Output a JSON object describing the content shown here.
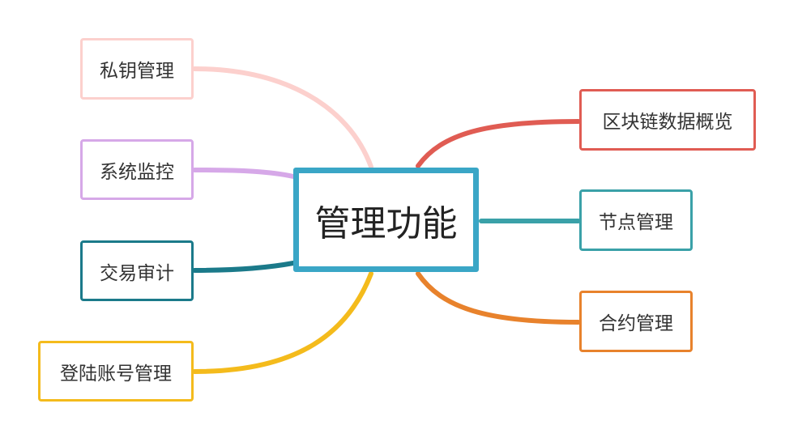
{
  "diagram": {
    "center": {
      "label": "管理功能",
      "color": "#3aa6c6"
    },
    "branches": [
      {
        "id": "n-key",
        "label": "私钥管理",
        "color": "#fcd0cd"
      },
      {
        "id": "n-monitor",
        "label": "系统监控",
        "color": "#d6a8e8"
      },
      {
        "id": "n-audit",
        "label": "交易审计",
        "color": "#1b7a8a"
      },
      {
        "id": "n-account",
        "label": "登陆账号管理",
        "color": "#f4bb1c"
      },
      {
        "id": "n-chain",
        "label": "区块链数据概览",
        "color": "#e05c53"
      },
      {
        "id": "n-node",
        "label": "节点管理",
        "color": "#3aa1a8"
      },
      {
        "id": "n-contract",
        "label": "合约管理",
        "color": "#e8822c"
      }
    ]
  }
}
